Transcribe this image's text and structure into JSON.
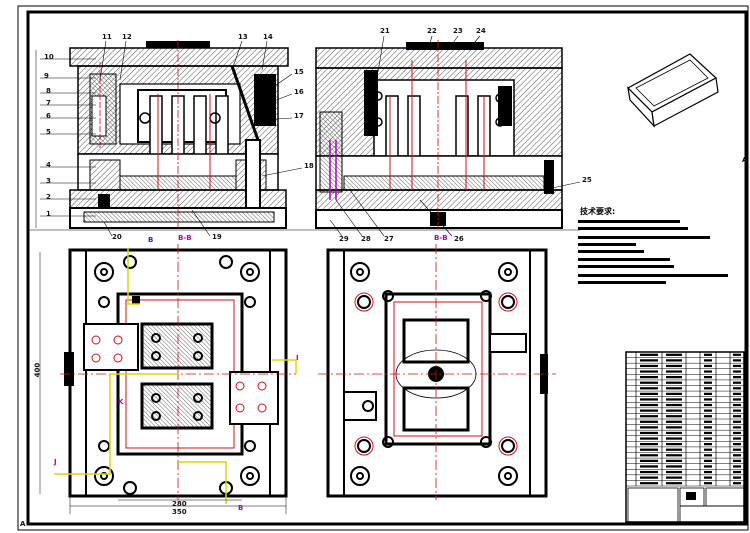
{
  "sheet": {
    "border_color": "#000000",
    "hatch_color": "#555555",
    "centerline_color": "#d01010",
    "dimension_color": "#b0b000",
    "accent_blue": "#2424c8",
    "accent_magenta": "#b000b0"
  },
  "balloons_left": [
    "1",
    "2",
    "3",
    "4",
    "5",
    "6",
    "7",
    "8",
    "9",
    "10",
    "11",
    "12",
    "13",
    "14",
    "15",
    "16",
    "17",
    "18",
    "19",
    "20"
  ],
  "balloons_right": [
    "21",
    "22",
    "23",
    "24",
    "25",
    "26",
    "27",
    "28",
    "29"
  ],
  "dimensions": {
    "height_plan": "400",
    "width_inner": "280",
    "width_total": "350"
  },
  "section_marks": {
    "b_top": "B",
    "b_left": "B",
    "bb_left": "B-B",
    "bb_right": "B-B",
    "a_left": "A",
    "a_right": "A",
    "i_label": "I",
    "j_label": "J",
    "k_label": "K"
  },
  "tech_requirements": {
    "title": "技术要求:",
    "line_count": 9
  },
  "title_block": {
    "rows": 24
  }
}
